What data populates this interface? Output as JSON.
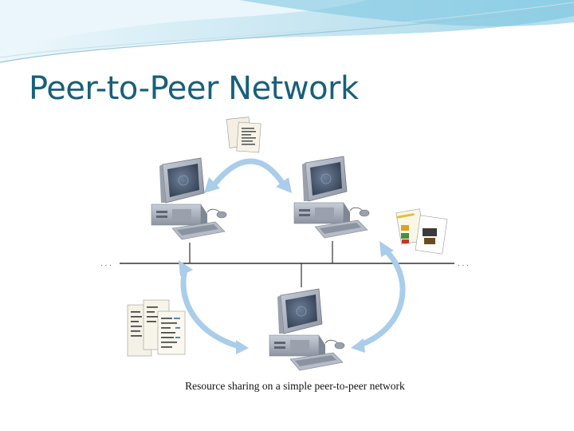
{
  "slide": {
    "title": "Peer-to-Peer Network"
  },
  "figure": {
    "caption": "Resource sharing on a simple peer-to-peer network",
    "nodes": [
      {
        "id": "computer-left",
        "icon": "desktop-computer-icon"
      },
      {
        "id": "computer-right",
        "icon": "desktop-computer-icon"
      },
      {
        "id": "computer-bottom",
        "icon": "desktop-computer-icon"
      }
    ],
    "resources": [
      {
        "id": "documents-top",
        "icon": "documents-icon"
      },
      {
        "id": "brochure-right",
        "icon": "brochure-icon"
      },
      {
        "id": "spreadsheets-left",
        "icon": "spreadsheet-documents-icon"
      }
    ],
    "colors": {
      "title": "#17607a",
      "arrow": "#a9cdea",
      "bus_line": "#333333",
      "banner_light": "#d8eef7",
      "banner_mid": "#7fc4df"
    }
  }
}
